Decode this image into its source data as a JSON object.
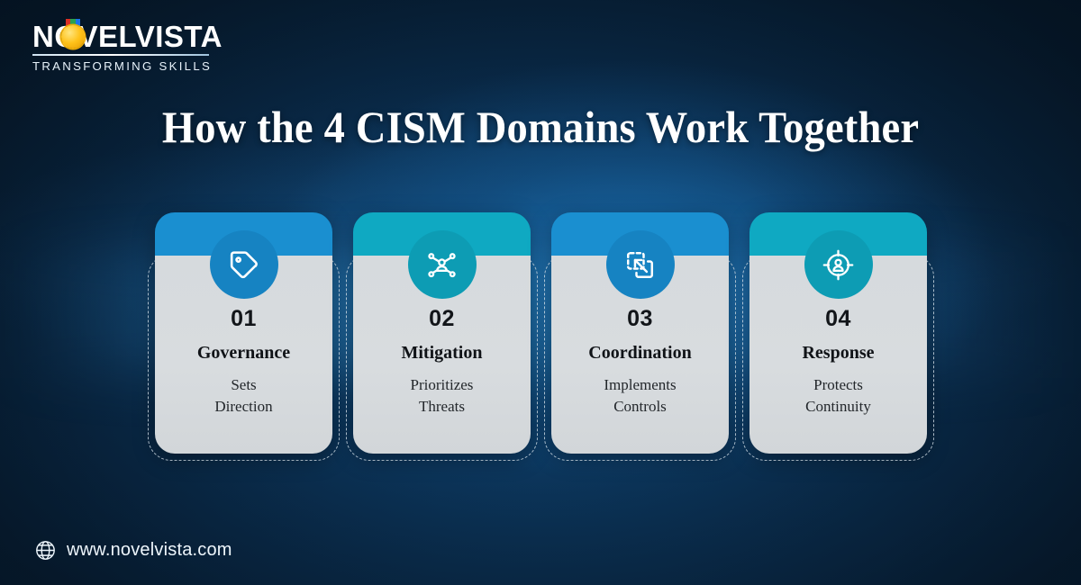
{
  "brand": {
    "name": "NOVELVISTA",
    "tagline": "TRANSFORMING SKILLS",
    "medal_icon": "medal-icon",
    "ribbon_colors": [
      "#d93025",
      "#2aa14f",
      "#1a73e8"
    ],
    "medal_color": "#ffc21a"
  },
  "header": {
    "title": "How the 4 CISM Domains Work Together"
  },
  "theme": {
    "background_dark": "#071e33",
    "background_glow": "#1c78be",
    "card_body": "#d6dadd",
    "accent_blue": "#1a8fd0",
    "accent_teal": "#0fa9c2",
    "text_dark": "#121519",
    "text_light": "#eef6fc",
    "dashed_border": "#e6f3fc"
  },
  "cards": [
    {
      "number": "01",
      "title": "Governance",
      "desc_line1": "Sets",
      "desc_line2": "Direction",
      "icon": "tag-icon",
      "head_color": "#1a8fd0",
      "circle_color": "#1683c2"
    },
    {
      "number": "02",
      "title": "Mitigation",
      "desc_line1": "Prioritizes",
      "desc_line2": "Threats",
      "icon": "network-user-icon",
      "head_color": "#0fa9c2",
      "circle_color": "#0d9cb4"
    },
    {
      "number": "03",
      "title": "Coordination",
      "desc_line1": "Implements",
      "desc_line2": "Controls",
      "icon": "move-copy-icon",
      "head_color": "#1a8fd0",
      "circle_color": "#1683c2"
    },
    {
      "number": "04",
      "title": "Response",
      "desc_line1": "Protects",
      "desc_line2": "Continuity",
      "icon": "target-user-icon",
      "head_color": "#0fa9c2",
      "circle_color": "#0d9cb4"
    }
  ],
  "footer": {
    "icon": "globe-icon",
    "url": "www.novelvista.com"
  }
}
